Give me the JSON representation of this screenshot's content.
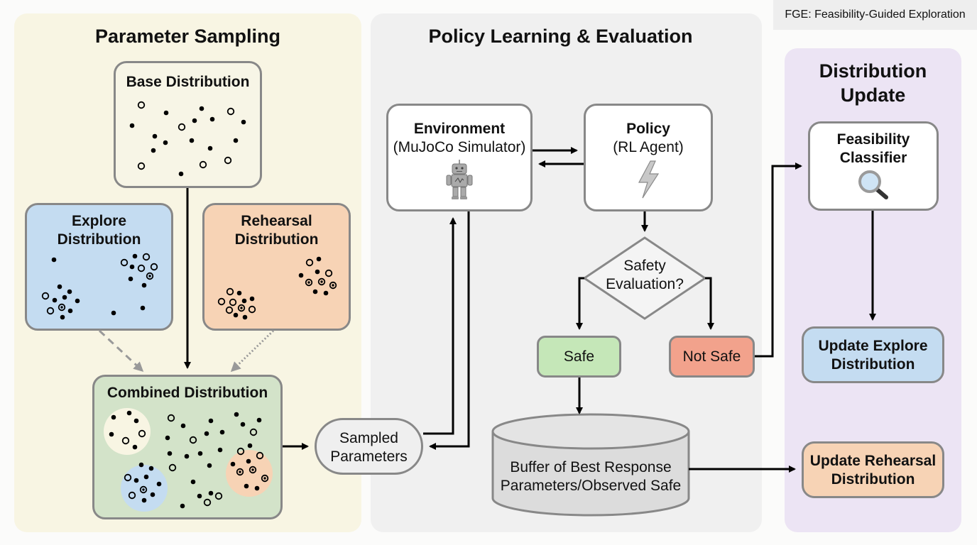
{
  "legend": "FGE: Feasibility-Guided Exploration",
  "panels": {
    "sampling": {
      "title": "Parameter Sampling",
      "base": "Base Distribution",
      "explore": [
        "Explore",
        "Distribution"
      ],
      "rehearsal": [
        "Rehearsal",
        "Distribution"
      ],
      "combined": "Combined Distribution"
    },
    "policy": {
      "title": "Policy Learning & Evaluation",
      "environment": [
        "Environment",
        "(MuJoCo Simulator)"
      ],
      "policy": [
        "Policy",
        "(RL Agent)"
      ],
      "decision": [
        "Safety",
        "Evaluation?"
      ],
      "safe": "Safe",
      "not_safe": "Not Safe",
      "sampled": [
        "Sampled",
        "Parameters"
      ],
      "buffer": [
        "Buffer of Best Response",
        "Parameters/Observed Safe"
      ]
    },
    "update": {
      "title": [
        "Distribution",
        "Update"
      ],
      "classifier": [
        "Feasibility",
        "Classifier"
      ],
      "update_explore": [
        "Update Explore",
        "Distribution"
      ],
      "update_rehearsal": [
        "Update Rehearsal",
        "Distribution"
      ]
    }
  },
  "icons": {
    "environment": "robot-icon",
    "policy": "lightning-icon",
    "classifier": "magnifier-icon"
  },
  "colors": {
    "sampling_bg": "#f8f5e3",
    "policy_bg": "#f0f0f0",
    "update_bg": "#ece4f4",
    "explore": "#c4dcf1",
    "rehearsal": "#f7d3b5",
    "combined": "#d3e3c9",
    "safe": "#c5e7b8",
    "not_safe": "#f2a28c",
    "buffer": "#dcdcdc"
  }
}
